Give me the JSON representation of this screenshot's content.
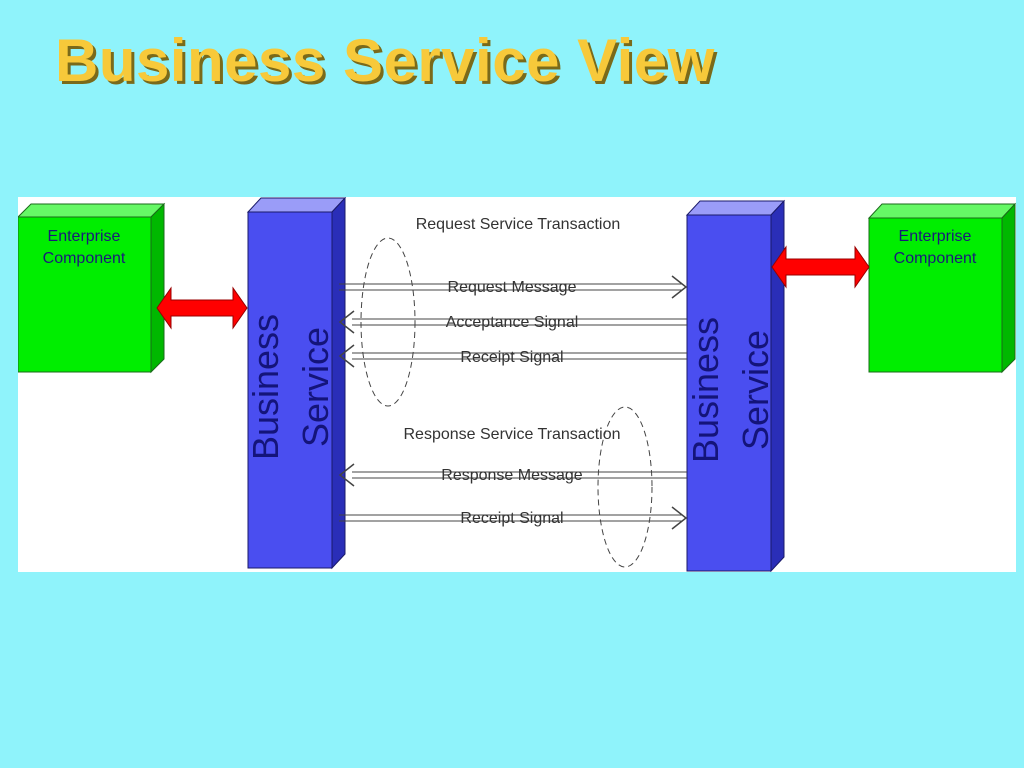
{
  "slide": {
    "title": "Business Service View"
  },
  "diagram": {
    "left_component": {
      "line1": "Enterprise",
      "line2": "Component"
    },
    "right_component": {
      "line1": "Enterprise",
      "line2": "Component"
    },
    "left_service": {
      "line1": "Business",
      "line2": "Service"
    },
    "right_service": {
      "line1": "Business",
      "line2": "Service"
    },
    "request_transaction": {
      "title": "Request Service Transaction",
      "messages": [
        "Request Message",
        "Acceptance Signal",
        "Receipt Signal"
      ]
    },
    "response_transaction": {
      "title": "Response Service Transaction",
      "messages": [
        "Response Message",
        "Receipt Signal"
      ]
    },
    "colors": {
      "component": "#00ee00",
      "service": "#4a4ef0",
      "link_arrow": "#ff0000",
      "title": "#f7c93a",
      "background": "#8ff3fb"
    }
  }
}
